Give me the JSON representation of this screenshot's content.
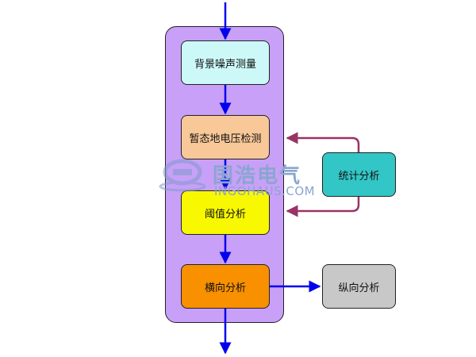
{
  "nodes": {
    "background_noise": "背景噪声测量",
    "tev_detection": "暂态地电压检测",
    "threshold_analysis": "阈值分析",
    "horizontal_analysis": "横向分析",
    "statistical_analysis": "统计分析",
    "vertical_analysis": "纵向分析"
  },
  "watermark": {
    "brand": "国浩电气",
    "url": "INGOHAUS.COM"
  },
  "colors": {
    "panel": "#c8a0f8",
    "flow_arrow": "#0000ee",
    "feedback_arrow": "#993366"
  }
}
